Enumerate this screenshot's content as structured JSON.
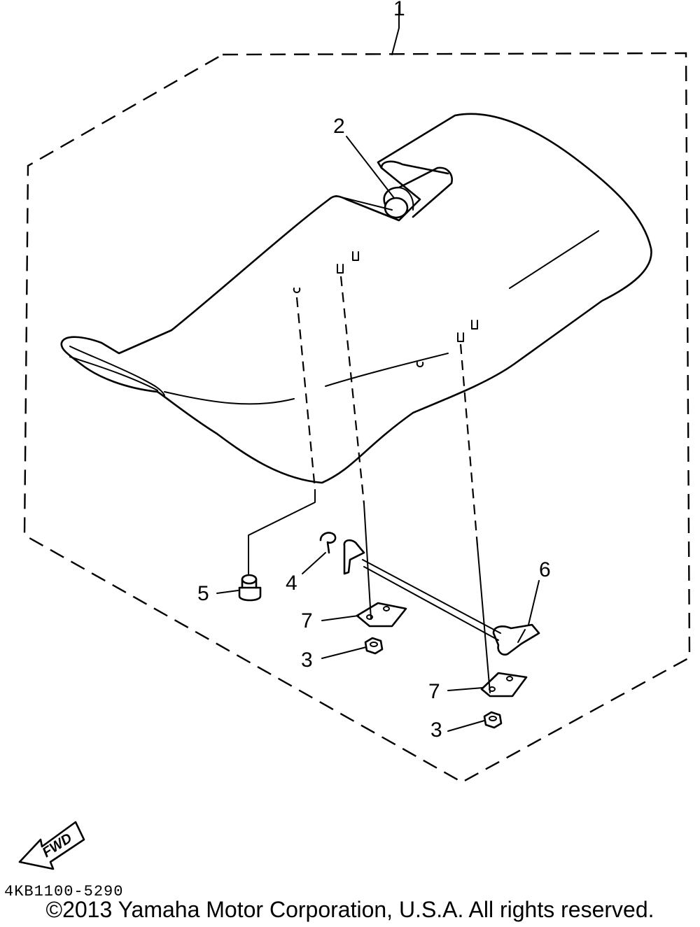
{
  "diagram": {
    "callouts": {
      "seat_assembly": "1",
      "seat_hook": "2",
      "nut_front": "3",
      "nut_rear": "3",
      "clip": "4",
      "damper": "5",
      "lever": "6",
      "bracket_front": "7",
      "bracket_rear": "7"
    },
    "forward_arrow_label": "FWD",
    "icons": [
      "fwd-arrow-icon"
    ]
  },
  "footer": {
    "part_code": "4KB1100-5290",
    "copyright": "©2013 Yamaha Motor Corporation, U.S.A. All rights reserved."
  }
}
